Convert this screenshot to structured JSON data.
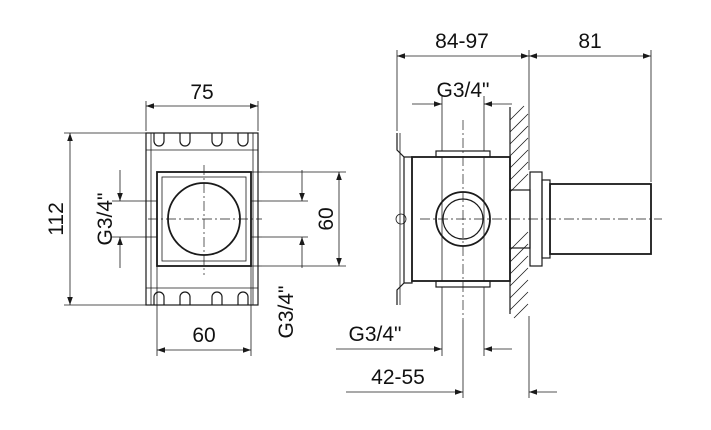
{
  "front_view": {
    "dim_width_top": "75",
    "dim_height_left": "112",
    "dim_thread_left": "G3/4\"",
    "dim_height_right": "60",
    "dim_width_bottom": "60",
    "dim_thread_bottom": "G3/4\""
  },
  "side_view": {
    "dim_depth": "84-97",
    "dim_extension": "81",
    "dim_thread_top": "G3/4\"",
    "dim_thread_bottom": "G3/4\"",
    "dim_wall_range": "42-55"
  }
}
